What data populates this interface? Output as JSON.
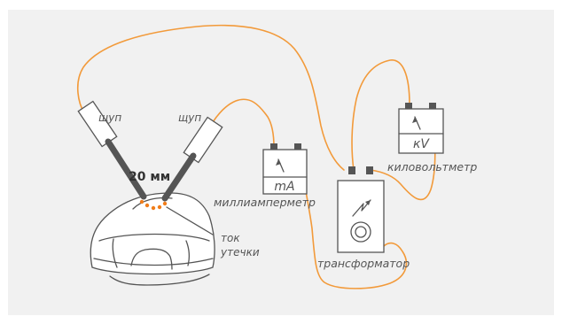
{
  "labels": {
    "probe_left": "щуп",
    "probe_right": "щуп",
    "distance": "20 мм",
    "leakage_line1": "ток",
    "leakage_line2": "утечки",
    "milliammeter": "миллиамперметр",
    "transformer": "трансформатор",
    "kilovoltmeter": "киловольтметр"
  },
  "meters": {
    "milliammeter_unit": "mA",
    "kilovoltmeter_unit": "кV"
  },
  "colors": {
    "wire": "#f29a3a",
    "outline": "#555555",
    "background": "#f1f1f1",
    "probe_rod": "#555555",
    "leakage_dots": "#f07d1a"
  }
}
